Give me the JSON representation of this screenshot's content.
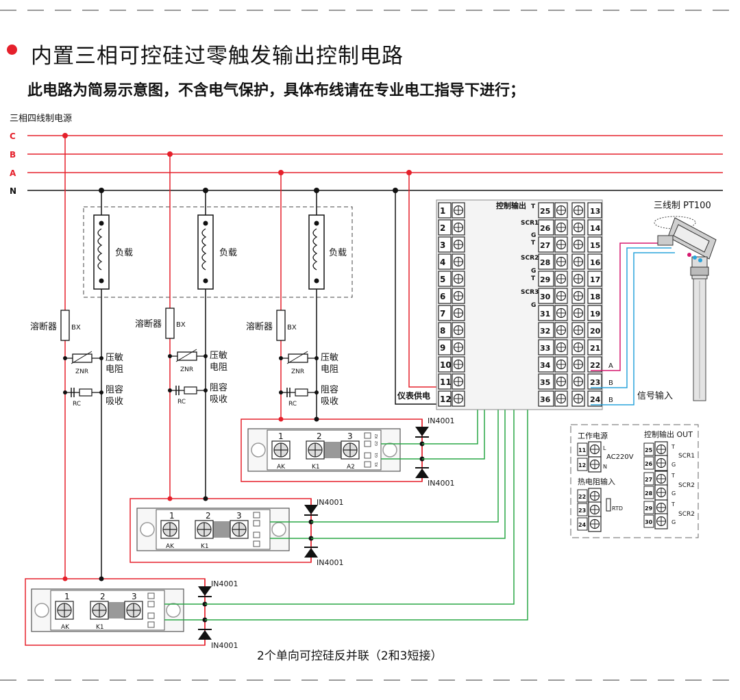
{
  "header": {
    "title": "内置三相可控硅过零触发输出控制电路",
    "subtitle": "此电路为简易示意图，不含电气保护，具体布线请在专业电工指导下进行；"
  },
  "power": {
    "label": "三相四线制电源",
    "phases": [
      "C",
      "B",
      "A",
      "N"
    ]
  },
  "load": {
    "label": "负载"
  },
  "fuse": {
    "label": "溶断器",
    "code": "BX"
  },
  "varistor": {
    "label_line1": "压敏",
    "label_line2": "电阻",
    "code": "ZNR"
  },
  "snubber": {
    "label_line1": "阻容",
    "label_line2": "吸收",
    "code": "RC"
  },
  "scr_module": {
    "terminals": [
      "1",
      "2",
      "3"
    ],
    "terminal_labels_top": [
      "AK",
      "K1",
      "A2"
    ],
    "terminal_labels": [
      "AK",
      "K1"
    ],
    "pins": [
      "K2",
      "G2",
      "G1",
      "K1"
    ]
  },
  "diode": {
    "label": "IN4001"
  },
  "meter": {
    "left_terminals": [
      "1",
      "2",
      "3",
      "4",
      "5",
      "6",
      "7",
      "8",
      "9",
      "10",
      "11",
      "12"
    ],
    "mid_terminals": [
      "25",
      "26",
      "27",
      "28",
      "29",
      "30",
      "31",
      "32",
      "33",
      "34",
      "35",
      "36"
    ],
    "right_terminals": [
      "13",
      "14",
      "15",
      "16",
      "17",
      "18",
      "19",
      "20",
      "21",
      "22",
      "23",
      "24"
    ],
    "control_output_label": "控制输出",
    "scr_labels": [
      "T",
      "SCR1",
      "G",
      "T",
      "SCR2",
      "G",
      "T",
      "SCR3",
      "G"
    ],
    "power_supply_label": "仪表供电",
    "signal_labels": [
      "A",
      "B",
      "B"
    ],
    "signal_input_label": "信号输入"
  },
  "pt100": {
    "label": "三线制 PT100"
  },
  "legend": {
    "power_title": "工作电源",
    "power_terms": [
      "11",
      "12"
    ],
    "power_marks": [
      "L",
      "N"
    ],
    "power_voltage": "AC220V",
    "rtd_title": "热电阻输入",
    "rtd_terms": [
      "22",
      "23",
      "24"
    ],
    "rtd_label": "RTD",
    "out_title": "控制输出 OUT",
    "out_terms": [
      "25",
      "26",
      "27",
      "28",
      "29",
      "30"
    ],
    "out_marks": [
      "T",
      "G",
      "T",
      "G",
      "T",
      "G"
    ],
    "out_scr": [
      "SCR1",
      "SCR2",
      "SCR2"
    ]
  },
  "caption": "2个单向可控硅反并联（2和3短接）"
}
